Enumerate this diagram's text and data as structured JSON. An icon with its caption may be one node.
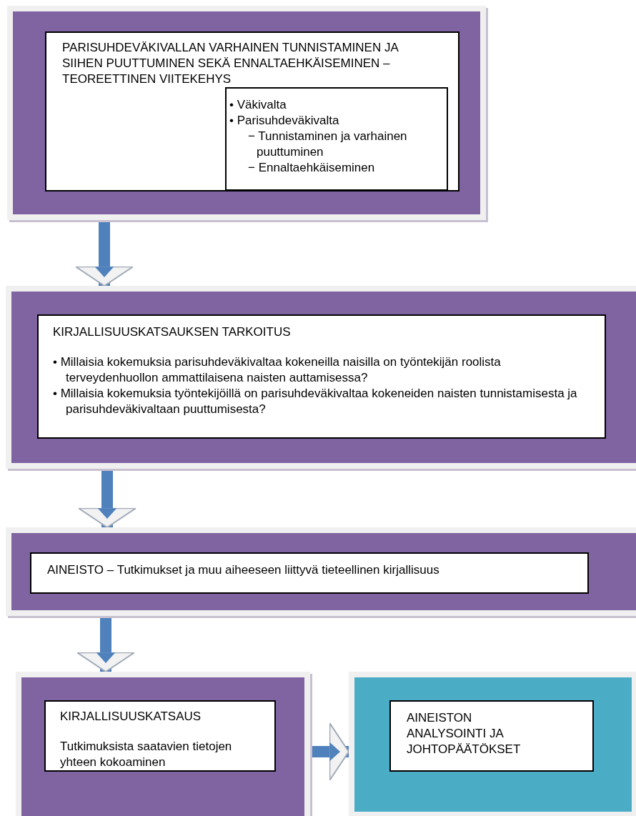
{
  "diagram": {
    "nodes": [
      {
        "text": [],
        "shape": "box"
      },
      {
        "text": [
          "PARISUHDEVÄKIVALLAN VARHAINEN TUNNISTAMINEN JA SIIHEN PUUTTUMINEN SEKÄ ENNALTAEHKÄISEMINEN – TEOREETTINEN VIITEKEHYS"
        ],
        "in": 0
      },
      {
        "text": [
          "• Väkivalta",
          "• Parisuhdeväkivalta",
          "− Tunnistaminen ja varhainen puuttuminen",
          "− Ennaltaehkäiseminen"
        ],
        "in": 1
      },
      {
        "text": [],
        "shape": "box"
      },
      {
        "text": [
          "KIRJALLISUUSKATSAUKSEN TARKOITUS",
          "• Millaisia kokemuksia parisuhdeväkivaltaa kokeneilla naisilla on työntekijän roolista terveydenhuollon ammattilaisena naisten auttamisessa?",
          "• Millaisia kokemuksia työntekijöillä on parisuhdeväkivaltaa kokeneiden naisten tunnistamisesta ja parisuhdeväkivaltaan puuttumisesta?"
        ],
        "in": 3
      },
      {
        "text": [],
        "shape": "box"
      },
      {
        "text": [
          "AINEISTO – Tutkimukset ja muu aiheeseen liittyvä tieteellinen kirjallisuus"
        ],
        "in": 5
      },
      {
        "text": [],
        "shape": "box"
      },
      {
        "text": [
          "KIRJALLISUUSKATSAUS",
          "Tutkimuksista saatavien tietojen yhteen kokoaminen"
        ],
        "in": 7
      },
      {
        "text": [],
        "shape": "box"
      },
      {
        "text": [
          "AINEISTON ANALYSOINTI JA JOHTOPÄÄTÖKSET"
        ],
        "in": 9
      }
    ],
    "edges": [
      {
        "from": 0,
        "to": 3,
        "arrow": "to"
      },
      {
        "from": 3,
        "to": 5,
        "arrow": "to"
      },
      {
        "from": 5,
        "to": 7,
        "arrow": "to"
      },
      {
        "from": 7,
        "to": 9,
        "arrow": "to"
      }
    ]
  }
}
